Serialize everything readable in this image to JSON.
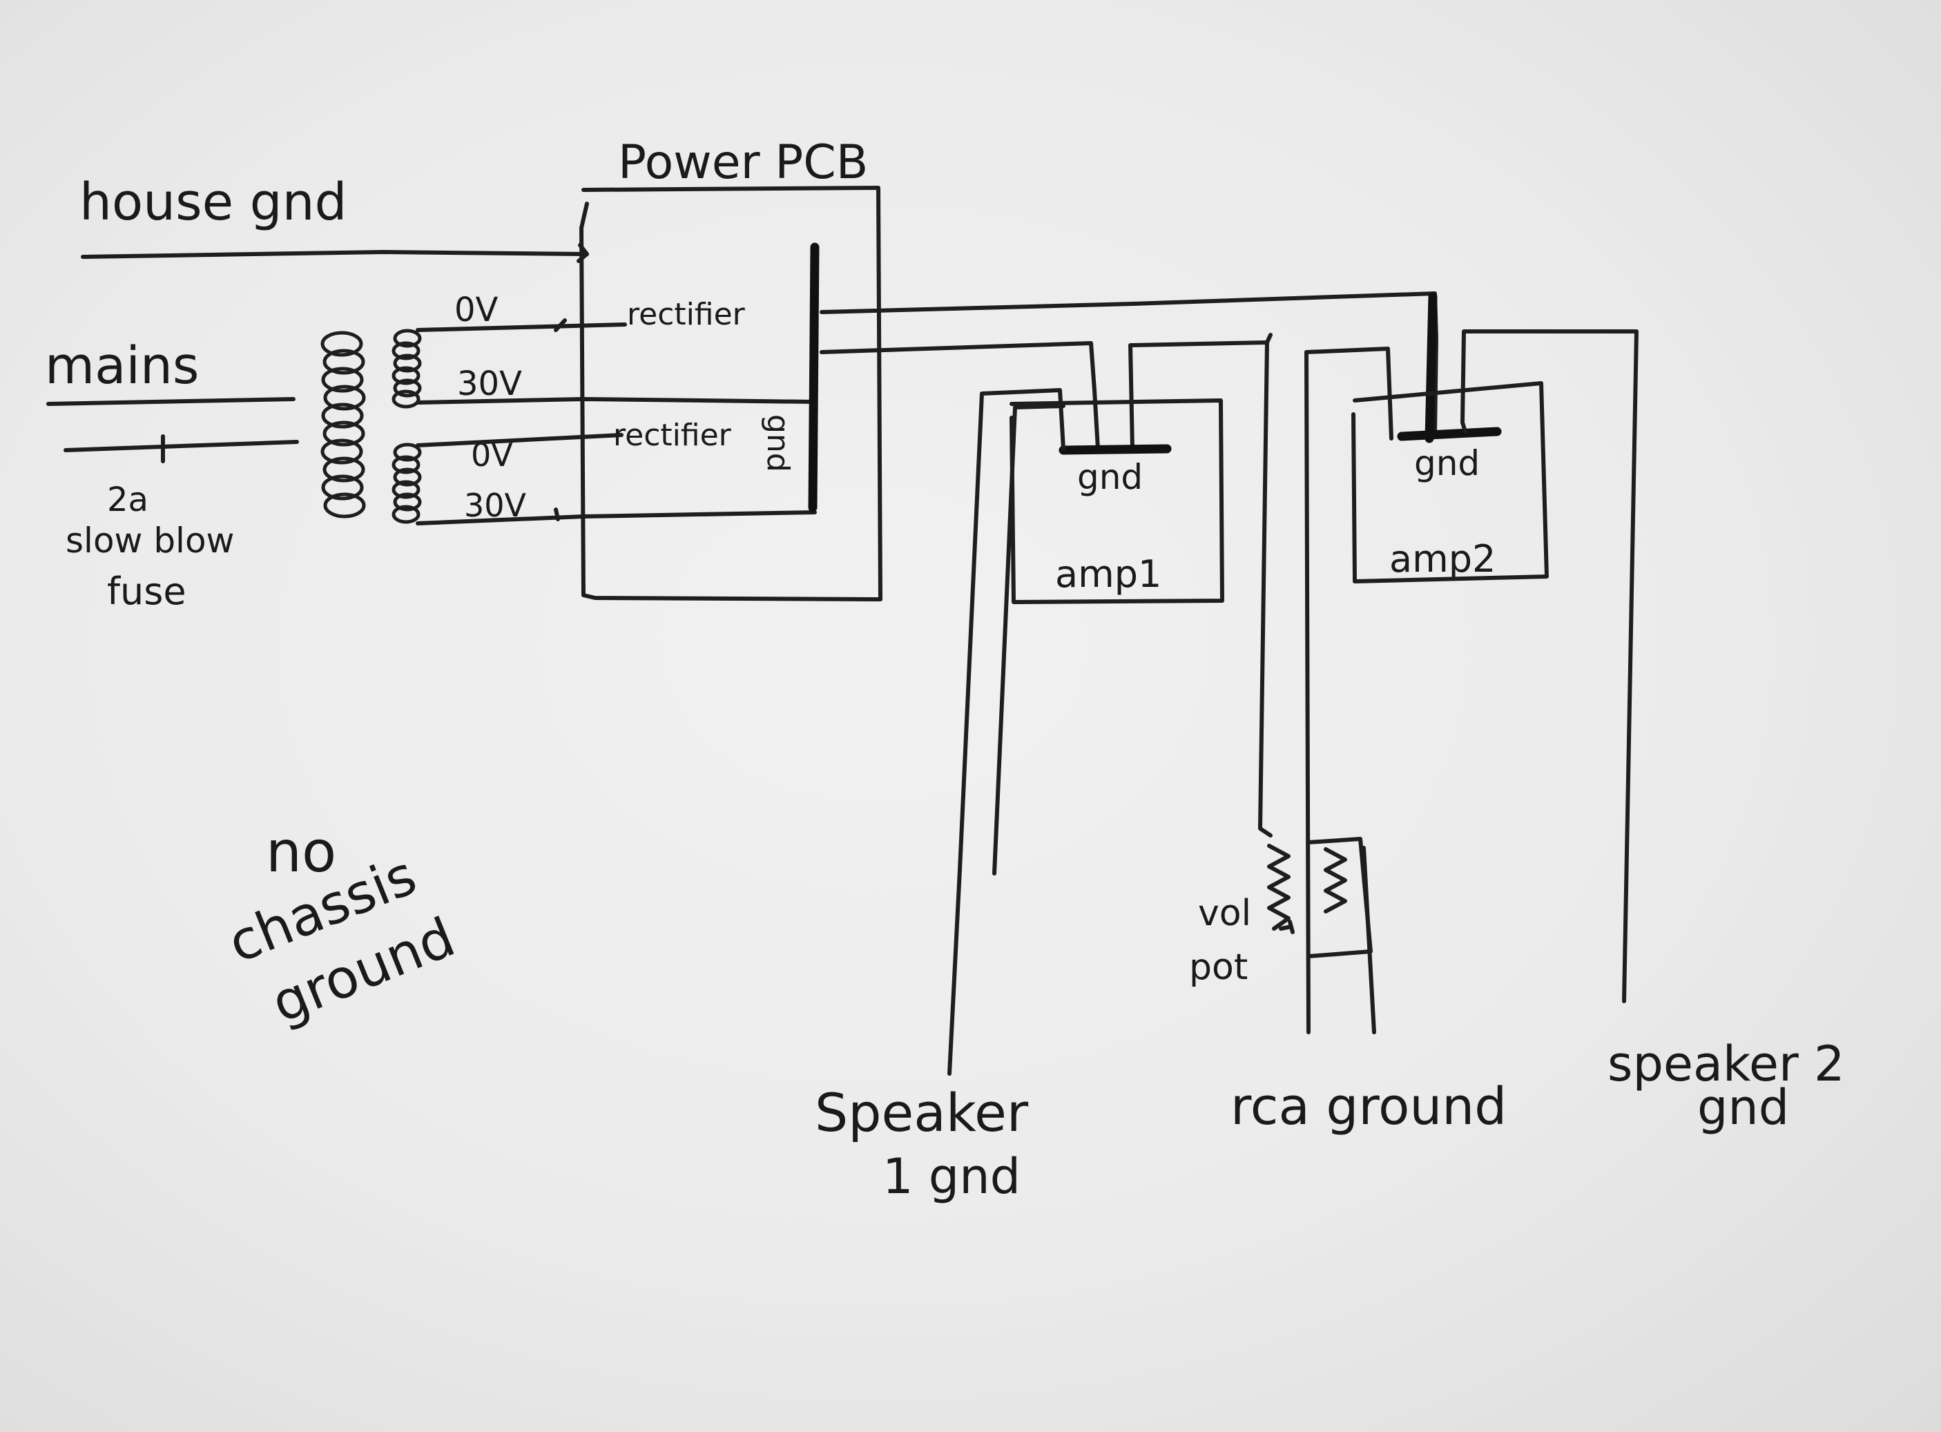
{
  "labels": {
    "power_pcb": "Power PCB",
    "house_gnd": "house gnd",
    "mains": "mains",
    "fuse_rating": "2a",
    "fuse_type": "slow blow",
    "fuse_word": "fuse",
    "tap_0v_top": "0V",
    "tap_30v_top": "30V",
    "tap_0v_bottom": "0V",
    "tap_30v_bottom": "30V",
    "rectifier_top": "rectifier",
    "rectifier_bottom": "rectifier",
    "pcb_gnd": "gnd",
    "amp1_gnd": "gnd",
    "amp1": "amp1",
    "amp2_gnd": "gnd",
    "amp2": "amp2",
    "vol": "vol",
    "pot": "pot",
    "note_line1": "no",
    "note_line2": "chassis",
    "note_line3": "ground",
    "speaker1_line1": "Speaker",
    "speaker1_line2": "1 gnd",
    "rca_ground": "rca ground",
    "speaker2_line1": "speaker 2",
    "speaker2_line2": "gnd"
  }
}
